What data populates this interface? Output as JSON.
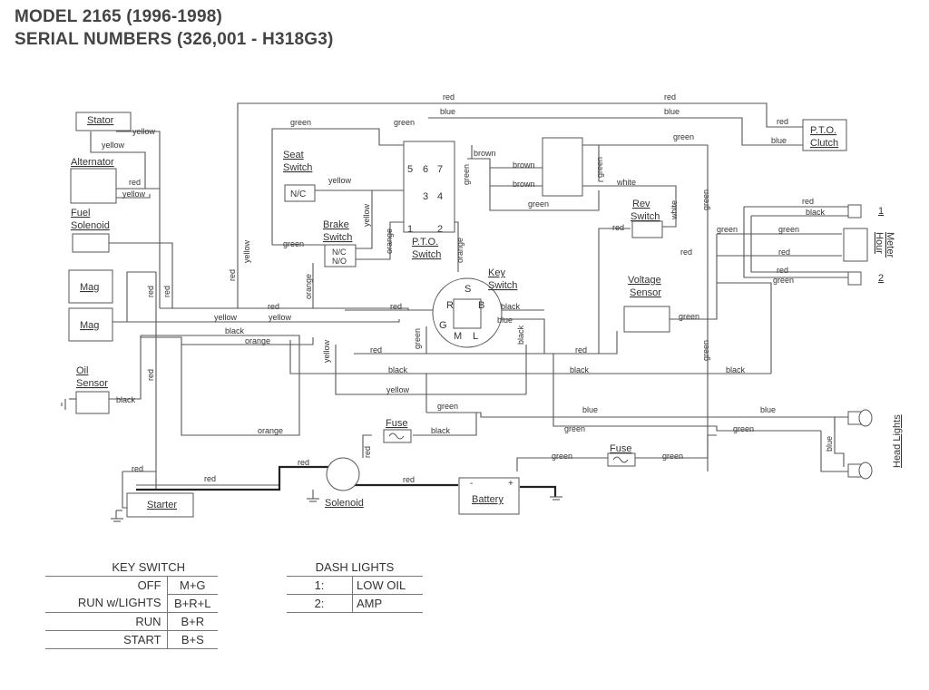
{
  "header": {
    "model": "MODEL 2165  (1996-1998)",
    "serial": "SERIAL NUMBERS (326,001 - H318G3)"
  },
  "components": {
    "stator": "Stator",
    "alternator": "Alternator",
    "fuel_solenoid_1": "Fuel",
    "fuel_solenoid_2": "Solenoid",
    "mag_1": "Mag",
    "mag_2": "Mag",
    "oil_sensor_1": "Oil",
    "oil_sensor_2": "Sensor",
    "seat_switch_1": "Seat",
    "seat_switch_2": "Switch",
    "seat_nc": "N/C",
    "brake_switch_1": "Brake",
    "brake_switch_2": "Switch",
    "brake_nc": "N/C",
    "brake_no": "N/O",
    "pto_switch_1": "P.T.O.",
    "pto_switch_2": "Switch",
    "pto_clutch_1": "P.T.O.",
    "pto_clutch_2": "Clutch",
    "rev_switch_1": "Rev",
    "rev_switch_2": "Switch",
    "key_switch_1": "Key",
    "key_switch_2": "Switch",
    "voltage_sensor_1": "Voltage",
    "voltage_sensor_2": "Sensor",
    "fuse_1": "Fuse",
    "fuse_2": "Fuse",
    "starter": "Starter",
    "solenoid": "Solenoid",
    "battery": "Battery",
    "hour_meter_1": "Hour",
    "hour_meter_2": "Meter",
    "head_lights": "Head Lights",
    "lamp_1": "1",
    "lamp_2": "2",
    "pto_pin_5": "5",
    "pto_pin_6": "6",
    "pto_pin_7": "7",
    "pto_pin_3": "3",
    "pto_pin_4": "4",
    "pto_pin_1": "1",
    "pto_pin_2": "2",
    "key_s": "S",
    "key_r": "R",
    "key_b": "B",
    "key_g": "G",
    "key_m": "M",
    "key_l": "L",
    "batt_neg": "-",
    "batt_pos": "+"
  },
  "wire_labels": {
    "yellow": "yellow",
    "red": "red",
    "green": "green",
    "blue": "blue",
    "black": "black",
    "orange": "orange",
    "brown": "brown",
    "white": "white"
  },
  "key_switch_table": {
    "title": "KEY SWITCH",
    "rows": [
      {
        "label": "OFF",
        "code": "M+G"
      },
      {
        "label": "RUN w/LIGHTS",
        "code": "B+R+L"
      },
      {
        "label": "RUN",
        "code": "B+R"
      },
      {
        "label": "START",
        "code": "B+S"
      }
    ]
  },
  "dash_lights_table": {
    "title": "DASH LIGHTS",
    "rows": [
      {
        "num": "1:",
        "label": "LOW OIL"
      },
      {
        "num": "2:",
        "label": "AMP"
      }
    ]
  }
}
